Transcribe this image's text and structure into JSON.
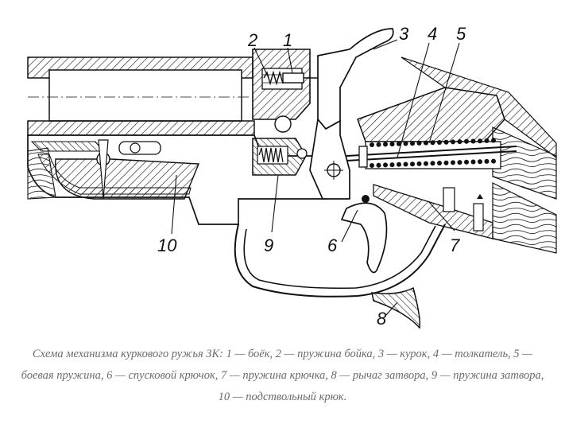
{
  "labels": {
    "l1": "1",
    "l2": "2",
    "l3": "3",
    "l4": "4",
    "l5": "5",
    "l6": "6",
    "l7": "7",
    "l8": "8",
    "l9": "9",
    "l10": "10"
  },
  "caption": "Схема механизма куркового ружья ЗК: 1 — боёк, 2 — пружина бойка, 3 — курок, 4 — толкатель, 5 — боевая пружина, 6 — спусковой крючок, 7 — пружина крючка, 8 — рычаг затвора, 9 — пружина затвора, 10 — подствольный крюк."
}
